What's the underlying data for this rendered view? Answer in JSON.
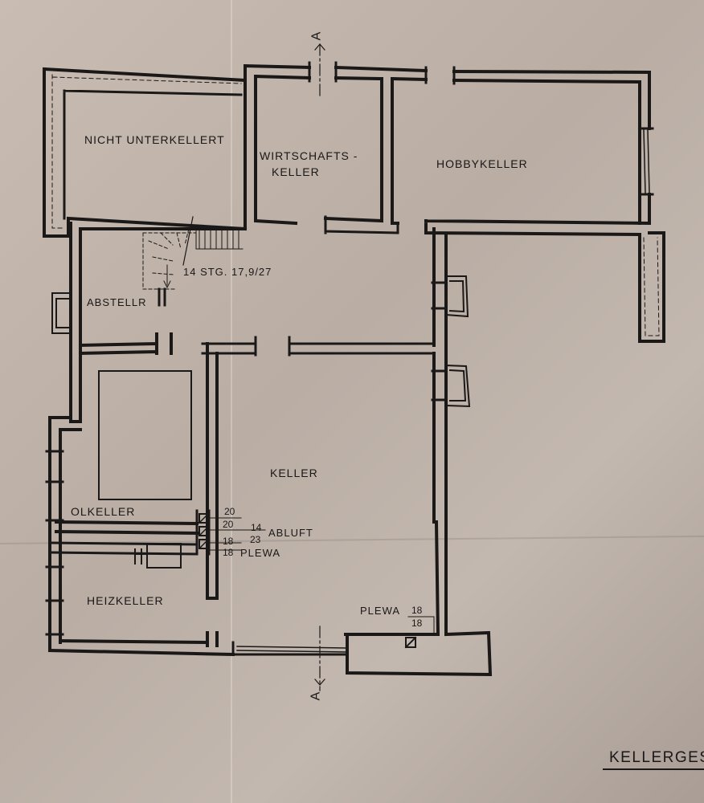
{
  "rooms": {
    "nicht_unterkellert": "NICHT UNTERKELLERT",
    "wirtschaftskeller_1": "WIRTSCHAFTS -",
    "wirtschaftskeller_2": "KELLER",
    "hobbykeller": "HOBBYKELLER",
    "abstellraum": "ABSTELLR",
    "keller": "KELLER",
    "olkeller": "OLKELLER",
    "heizkeller": "HEIZKELLER"
  },
  "stair_label": "14 STG. 17,9/27",
  "chimneys": {
    "dim_20a": "20",
    "dim_20b": "20",
    "dim_14": "14",
    "dim_23": "23",
    "dim_18a": "18",
    "dim_18b": "18",
    "abluft": "ABLUFT",
    "plewa": "PLEWA"
  },
  "plewa_small": {
    "label": "PLEWA",
    "dim_a": "18",
    "dim_b": "18"
  },
  "section_marks": {
    "top": "A",
    "bottom": "A"
  },
  "drawing_title": "KELLERGES"
}
